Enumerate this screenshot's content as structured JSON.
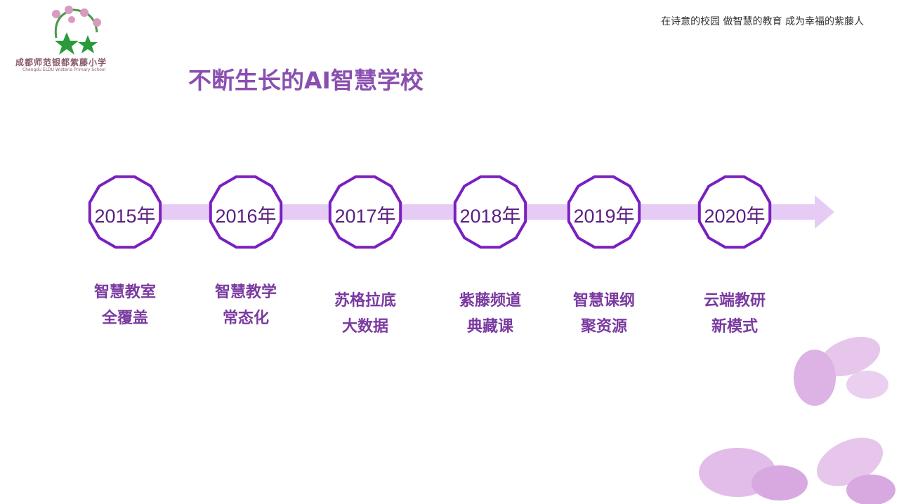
{
  "header": {
    "school_name": "成都师范银都紫藤小学",
    "school_name_en": "Chengdu ELDU Wisteria Primary School",
    "motto": "在诗意的校园  做智慧的教育  成为幸福的紫藤人"
  },
  "title": "不断生长的AI智慧学校",
  "milestones": [
    {
      "year": "2015年",
      "line1": "智慧教室",
      "line2": "全覆盖"
    },
    {
      "year": "2016年",
      "line1": "智慧教学",
      "line2": "常态化"
    },
    {
      "year": "2017年",
      "line1": "苏格拉底",
      "line2": "大数据"
    },
    {
      "year": "2018年",
      "line1": "紫藤频道",
      "line2": "典藏课"
    },
    {
      "year": "2019年",
      "line1": "智慧课纲",
      "line2": "聚资源"
    },
    {
      "year": "2020年",
      "line1": "云端教研",
      "line2": "新模式"
    }
  ],
  "colors": {
    "accent": "#7a1fc0",
    "bar": "#e6ccf5",
    "text": "#7a3aa0"
  }
}
